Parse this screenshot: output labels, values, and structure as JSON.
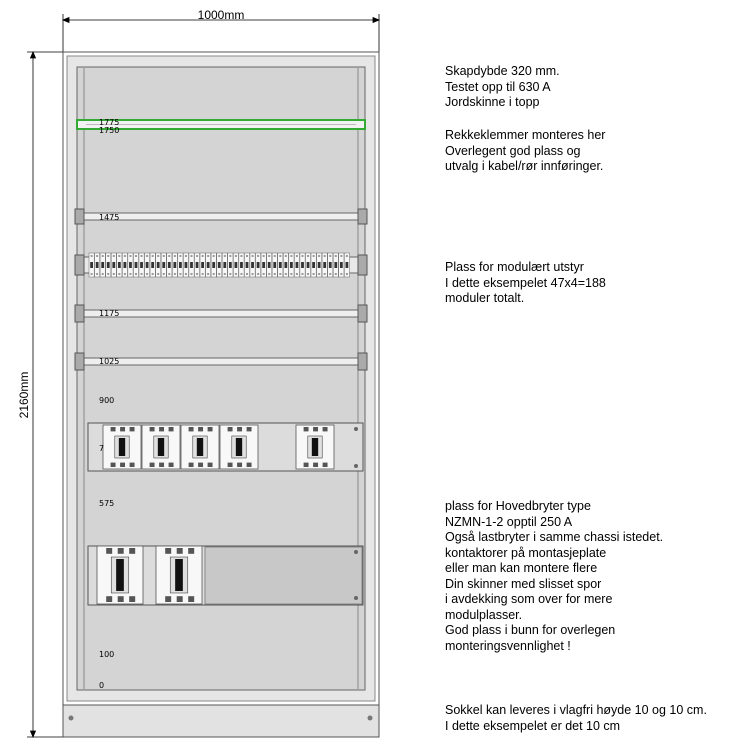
{
  "dimensions": {
    "width_label": "1000mm",
    "height_label": "2160mm"
  },
  "scale_marks": [
    "1775",
    "1750",
    "1475",
    "1175",
    "1025",
    "900",
    "7",
    "575",
    "100",
    "0"
  ],
  "notes": {
    "cabinet": [
      "Skapdybde 320 mm.",
      "Testet opp til 630 A",
      "Jordskinne i topp"
    ],
    "terminals": [
      "Rekkeklemmer monteres her",
      "Overlegent god plass og",
      "utvalg i kabel/rør innføringer."
    ],
    "modular": [
      "Plass for modulært utstyr",
      "I dette eksempelet 47x4=188",
      "moduler totalt."
    ],
    "main_switch": [
      "plass for Hovedbryter type",
      "NZMN-1-2 opptil 250 A",
      "Også lastbryter i samme chassi istedet.",
      "kontaktorer på montasjeplate",
      "eller man kan montere flere",
      "Din skinner med slisset spor",
      "i avdekking som over for mere",
      "modulplasser.",
      "God plass i bunn for overlegen",
      "monteringsvennlighet !"
    ],
    "plinth": [
      "Sokkel kan leveres i vlagfri høyde 10 og 10 cm.",
      "I dette eksempelet er det 10 cm"
    ]
  },
  "colors": {
    "panel": "#d4d4d4",
    "frame": "#e6e6e6",
    "ground_rail": "#33aa33",
    "outline": "#555555"
  }
}
